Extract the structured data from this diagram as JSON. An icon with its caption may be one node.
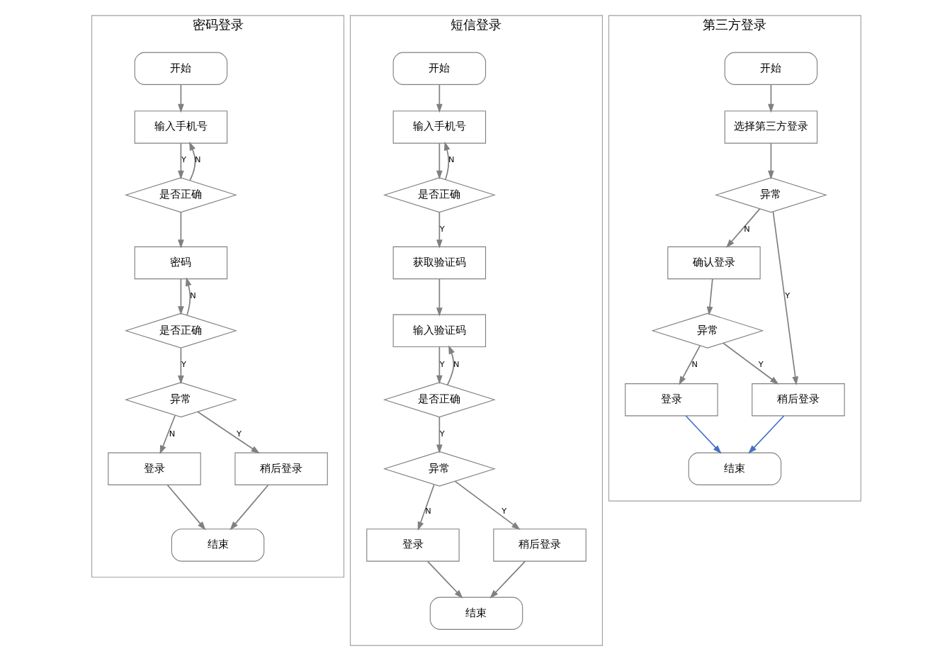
{
  "diagram": {
    "nodes": [
      {
        "text": [
          "密码登录"
        ]
      },
      {
        "text": [
          "开始"
        ],
        "in": 0
      },
      {
        "text": [
          "输入手机号"
        ],
        "in": 0
      },
      {
        "text": [
          "是否正确"
        ],
        "in": 0
      },
      {
        "text": [
          "密码"
        ],
        "in": 0
      },
      {
        "text": [
          "是否正确"
        ],
        "in": 0
      },
      {
        "text": [
          "异常"
        ],
        "in": 0
      },
      {
        "text": [
          "登录"
        ],
        "in": 0
      },
      {
        "text": [
          "稍后登录"
        ],
        "in": 0
      },
      {
        "text": [
          "结束"
        ],
        "in": 0
      },
      {
        "text": [
          "短信登录"
        ]
      },
      {
        "text": [
          "开始"
        ],
        "in": 10
      },
      {
        "text": [
          "输入手机号"
        ],
        "in": 10
      },
      {
        "text": [
          "是否正确"
        ],
        "in": 10
      },
      {
        "text": [
          "获取验证码"
        ],
        "in": 10
      },
      {
        "text": [
          "输入验证码"
        ],
        "in": 10
      },
      {
        "text": [
          "是否正确"
        ],
        "in": 10
      },
      {
        "text": [
          "异常"
        ],
        "in": 10
      },
      {
        "text": [
          "登录"
        ],
        "in": 10
      },
      {
        "text": [
          "稍后登录"
        ],
        "in": 10
      },
      {
        "text": [
          "结束"
        ],
        "in": 10
      },
      {
        "text": [
          "第三方登录"
        ]
      },
      {
        "text": [
          "开始"
        ],
        "in": 21
      },
      {
        "text": [
          "选择第三方登录"
        ],
        "in": 21
      },
      {
        "text": [
          "异常"
        ],
        "in": 21
      },
      {
        "text": [
          "确认登录"
        ],
        "in": 21
      },
      {
        "text": [
          "异常"
        ],
        "in": 21
      },
      {
        "text": [
          "登录"
        ],
        "in": 21
      },
      {
        "text": [
          "稍后登录"
        ],
        "in": 21
      },
      {
        "text": [
          "结束"
        ],
        "in": 21
      }
    ],
    "edges": [
      {
        "from": 1,
        "to": 2,
        "arrow": "to"
      },
      {
        "from": 2,
        "to": 3,
        "arrow": "to",
        "label": "Y"
      },
      {
        "from": 3,
        "to": 2,
        "arrow": "to",
        "label": "N"
      },
      {
        "from": 3,
        "to": 4,
        "arrow": "to"
      },
      {
        "from": 4,
        "to": 5,
        "arrow": "to"
      },
      {
        "from": 5,
        "to": 4,
        "arrow": "to",
        "label": "N"
      },
      {
        "from": 5,
        "to": 6,
        "arrow": "to",
        "label": "Y"
      },
      {
        "from": 6,
        "to": 7,
        "arrow": "to",
        "label": "N"
      },
      {
        "from": 6,
        "to": 8,
        "arrow": "to",
        "label": "Y"
      },
      {
        "from": 7,
        "to": 9,
        "arrow": "to"
      },
      {
        "from": 8,
        "to": 9,
        "arrow": "to"
      },
      {
        "from": 11,
        "to": 12,
        "arrow": "to"
      },
      {
        "from": 12,
        "to": 13,
        "arrow": "to"
      },
      {
        "from": 13,
        "to": 12,
        "arrow": "to",
        "label": "N"
      },
      {
        "from": 13,
        "to": 14,
        "arrow": "to",
        "label": "Y"
      },
      {
        "from": 14,
        "to": 15,
        "arrow": "to"
      },
      {
        "from": 15,
        "to": 16,
        "arrow": "to",
        "label": "Y"
      },
      {
        "from": 16,
        "to": 15,
        "arrow": "to",
        "label": "N"
      },
      {
        "from": 16,
        "to": 17,
        "arrow": "to",
        "label": "Y"
      },
      {
        "from": 17,
        "to": 18,
        "arrow": "to",
        "label": "N"
      },
      {
        "from": 17,
        "to": 19,
        "arrow": "to",
        "label": "Y"
      },
      {
        "from": 18,
        "to": 20,
        "arrow": "to"
      },
      {
        "from": 19,
        "to": 20,
        "arrow": "to"
      },
      {
        "from": 22,
        "to": 23,
        "arrow": "to"
      },
      {
        "from": 23,
        "to": 24,
        "arrow": "to"
      },
      {
        "from": 24,
        "to": 25,
        "arrow": "to",
        "label": "N"
      },
      {
        "from": 24,
        "to": 28,
        "arrow": "to",
        "label": "Y"
      },
      {
        "from": 25,
        "to": 26,
        "arrow": "to"
      },
      {
        "from": 26,
        "to": 28,
        "arrow": "to",
        "label": "Y"
      },
      {
        "from": 26,
        "to": 27,
        "arrow": "to",
        "label": "N"
      },
      {
        "from": 27,
        "to": 29,
        "arrow": "to",
        "color": "#4472c4"
      },
      {
        "from": 28,
        "to": 29,
        "arrow": "to",
        "color": "#4472c4"
      }
    ]
  }
}
